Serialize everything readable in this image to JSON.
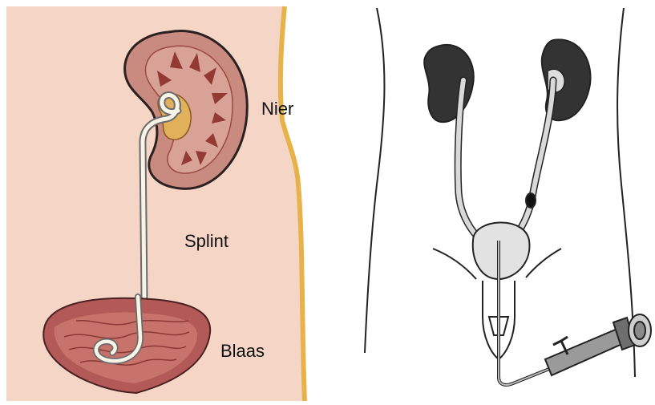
{
  "left_panel": {
    "labels": {
      "kidney": "Nier",
      "stent": "Splint",
      "bladder": "Blaas"
    },
    "colors": {
      "skin": "#f4d5c6",
      "skin_edge": "#e8b24a",
      "kidney": "#c98a80",
      "kidney_dark": "#8d2f2a",
      "stent": "#f7f3e6",
      "bladder": "#b35a58"
    }
  },
  "right_panel": {
    "colors": {
      "kidney": "#333333",
      "outline": "#222222",
      "ureter": "#d9d9d9",
      "bladder": "#e2e2e2"
    }
  }
}
